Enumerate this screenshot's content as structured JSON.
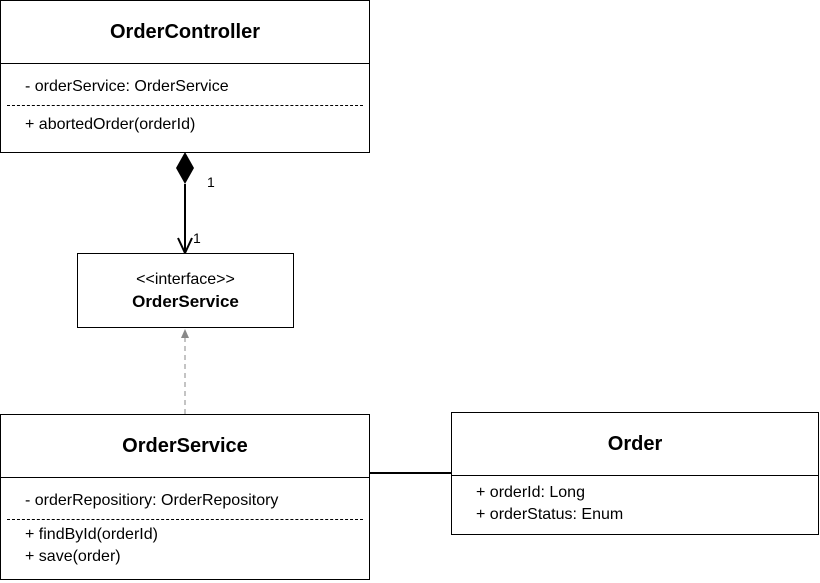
{
  "order_controller": {
    "name": "OrderController",
    "attributes": [
      "- orderService: OrderService"
    ],
    "methods": [
      "+ abortedOrder(orderId)"
    ]
  },
  "interface_box": {
    "stereotype": "<<interface>>",
    "name": "OrderService"
  },
  "order_service_impl": {
    "name": "OrderService",
    "attributes": [
      "- orderRepositiory: OrderRepository"
    ],
    "methods": [
      "+ findById(orderId)",
      "+ save(order)"
    ]
  },
  "order": {
    "name": "Order",
    "attributes": [
      "+ orderId: Long",
      "+ orderStatus: Enum"
    ]
  },
  "composition": {
    "source_multiplicity": "1",
    "target_multiplicity": "1"
  }
}
